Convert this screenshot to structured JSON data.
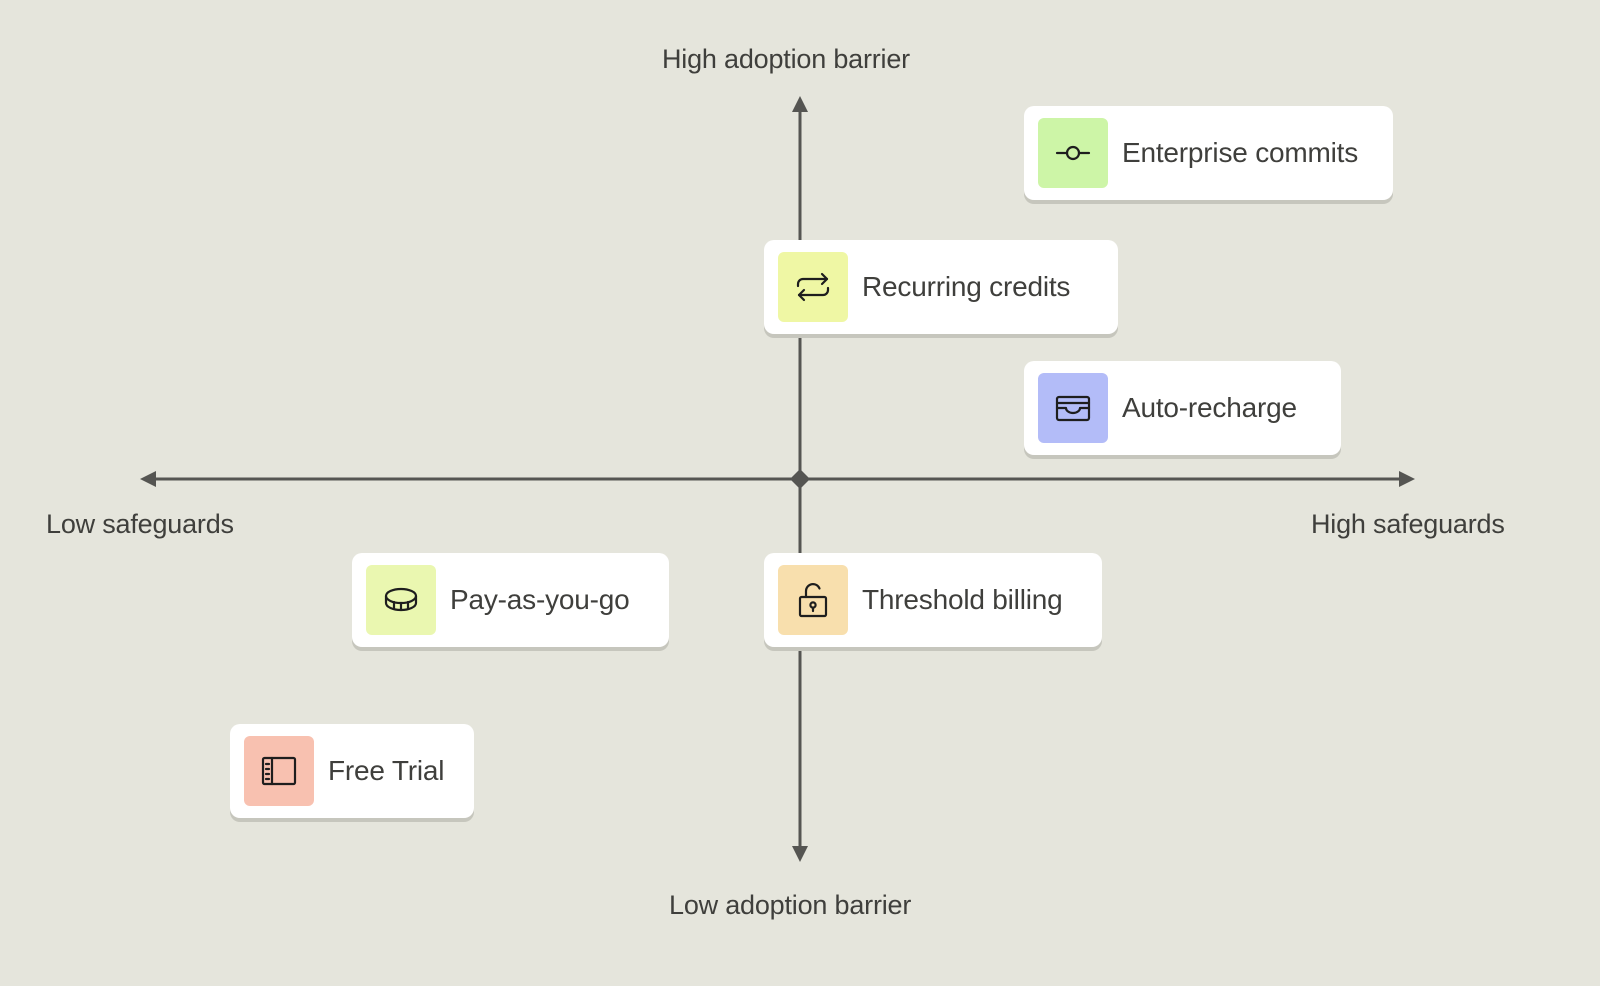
{
  "axes": {
    "top_label": "High adoption barrier",
    "bottom_label": "Low adoption barrier",
    "left_label": "Low safeguards",
    "right_label": "High safeguards",
    "color": "#555552"
  },
  "items": {
    "enterprise_commits": {
      "label": "Enterprise commits",
      "icon": "commit-icon",
      "color": "#cdf5a7"
    },
    "recurring_credits": {
      "label": "Recurring credits",
      "icon": "repeat-icon",
      "color": "#eff7a4"
    },
    "auto_recharge": {
      "label": "Auto-recharge",
      "icon": "wallet-icon",
      "color": "#b3bcf8"
    },
    "pay_as_you_go": {
      "label": "Pay-as-you-go",
      "icon": "coin-icon",
      "color": "#eaf7b0"
    },
    "threshold_billing": {
      "label": "Threshold billing",
      "icon": "unlock-icon",
      "color": "#f8dfad"
    },
    "free_trial": {
      "label": "Free Trial",
      "icon": "sidebar-icon",
      "color": "#f8c1b0"
    }
  }
}
